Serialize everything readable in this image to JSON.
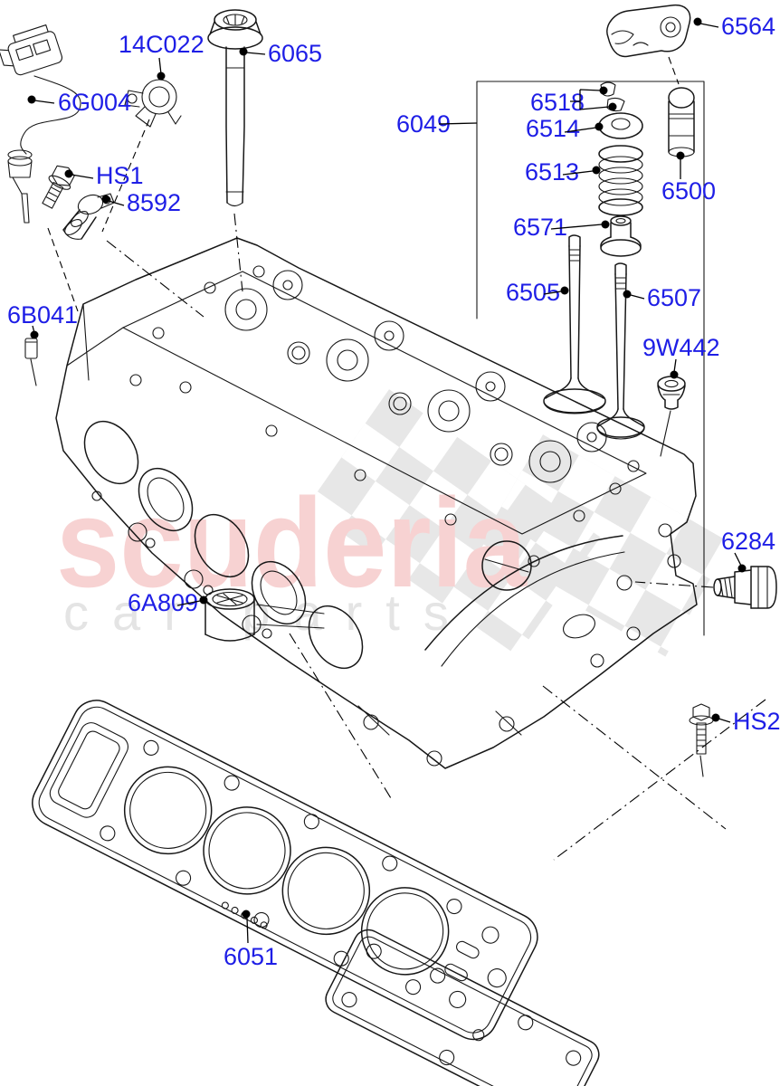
{
  "title": "Cylinder head exploded parts diagram",
  "watermark": {
    "brand": "scuderia",
    "subtitle": "car parts"
  },
  "colors": {
    "label_blue": "#1e1ee6",
    "line_black": "#171717",
    "brand_pink": "#f7d2d2",
    "watermark_gray": "#e4e4e4",
    "checker_gray": "#e7e7e7",
    "background": "#ffffff"
  },
  "parts": {
    "6G004": "6G004",
    "14C022": "14C022",
    "6065": "6065",
    "6564": "6564",
    "HS1": "HS1",
    "8592": "8592",
    "6B041": "6B041",
    "6049": "6049",
    "6518": "6518",
    "6514": "6514",
    "6513": "6513",
    "6500": "6500",
    "6571": "6571",
    "6505": "6505",
    "6507": "6507",
    "9W442": "9W442",
    "6284": "6284",
    "6A809": "6A809",
    "HS2": "HS2",
    "6051": "6051"
  }
}
